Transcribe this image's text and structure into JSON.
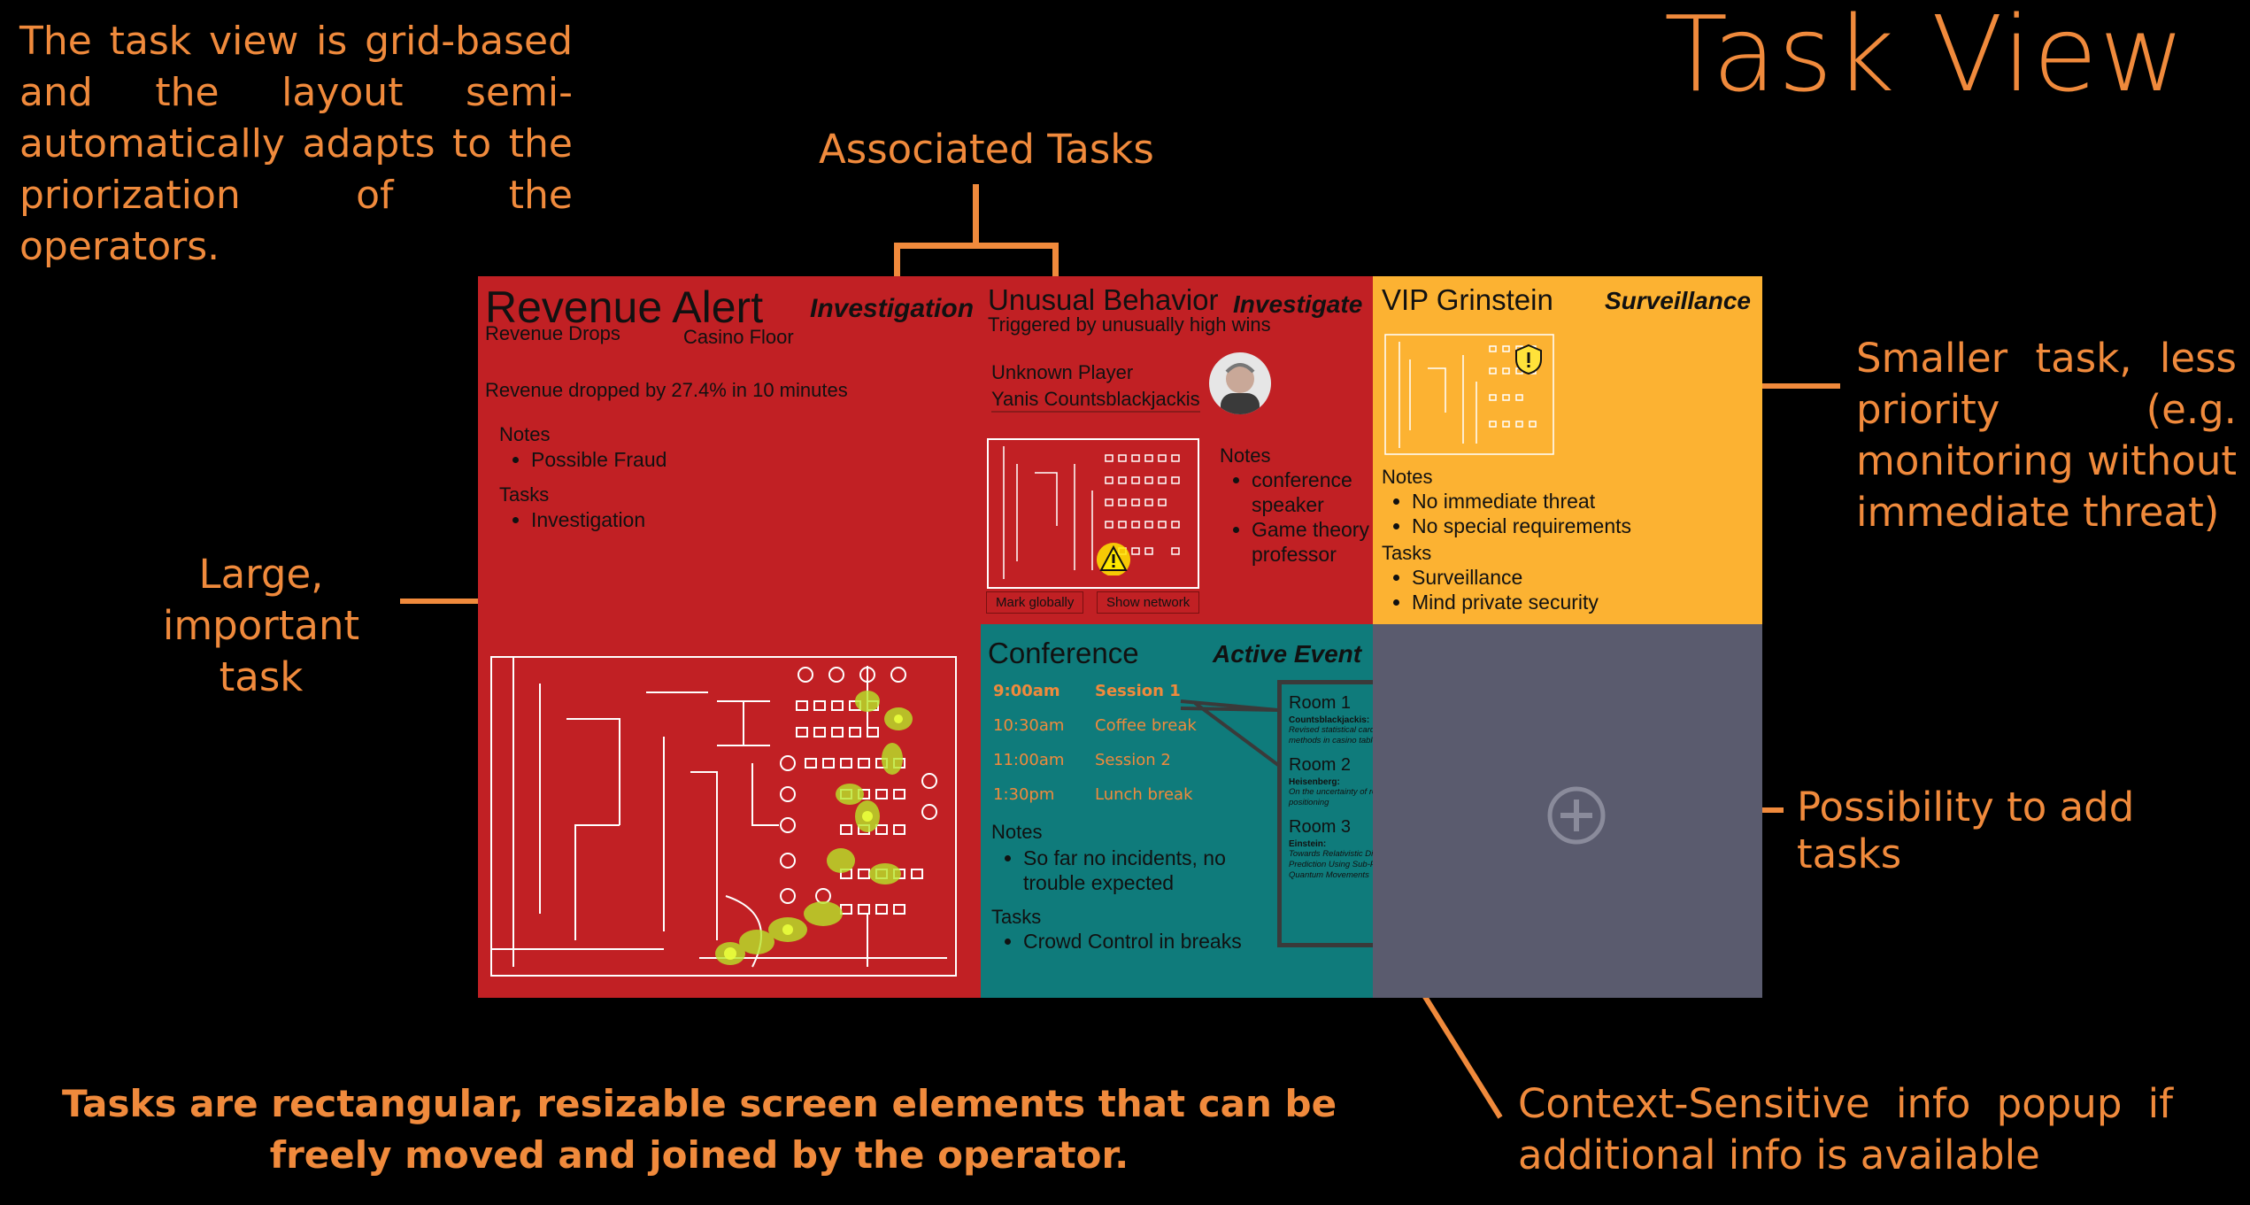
{
  "page_title": "Task View",
  "annotations": {
    "intro": "The task view is grid-based and the layout semi-automatically adapts to the priorization of the operators.",
    "associated_tasks": "Associated Tasks",
    "large_task": "Large, important task",
    "smaller_task": "Smaller task, less priority (e.g. monitoring without immediate threat)",
    "add_tasks": "Possibility to add tasks",
    "context_popup": "Context-Sensitive info popup if additional info is available",
    "footer": "Tasks are rectangular, resizable screen elements that can be freely moved and joined by the operator."
  },
  "tasks": {
    "revenue": {
      "title": "Revenue Alert",
      "category": "Investigation",
      "subtitle": "Revenue Drops",
      "location": "Casino Floor",
      "message": "Revenue dropped by 27.4% in 10 minutes",
      "notes_heading": "Notes",
      "notes": [
        "Possible Fraud"
      ],
      "tasks_heading": "Tasks",
      "tasks": [
        "Investigation"
      ]
    },
    "unusual": {
      "title": "Unusual Behavior",
      "category": "Investigate",
      "subtitle": "Triggered by unusually high wins",
      "player_label": "Unknown Player",
      "player_name": "Yanis Countsblackjackis",
      "notes_heading": "Notes",
      "notes": [
        "conference speaker",
        "Game theory professor"
      ],
      "mark_button": "Mark globally",
      "network_button": "Show network"
    },
    "vip": {
      "title": "VIP Grinstein",
      "category": "Surveillance",
      "notes_heading": "Notes",
      "notes": [
        "No immediate threat",
        "No special requirements"
      ],
      "tasks_heading": "Tasks",
      "tasks": [
        "Surveillance",
        "Mind private security"
      ]
    },
    "conference": {
      "title": "Conference",
      "category": "Active Event",
      "schedule": [
        {
          "time": "9:00am",
          "item": "Session 1"
        },
        {
          "time": "10:30am",
          "item": "Coffee break"
        },
        {
          "time": "11:00am",
          "item": "Session 2"
        },
        {
          "time": "1:30pm",
          "item": "Lunch break"
        }
      ],
      "notes_heading": "Notes",
      "notes": [
        "So far no incidents, no trouble expected"
      ],
      "tasks_heading": "Tasks",
      "tasks": [
        "Crowd Control in breaks"
      ],
      "popup": [
        {
          "room": "Room 1",
          "speaker": "Countsblackjackis:",
          "talk": "Revised statistical card counting methods in casino table games"
        },
        {
          "room": "Room 2",
          "speaker": "Heisenberg:",
          "talk": "On the uncertainty of roulette Pill positioning"
        },
        {
          "room": "Room 3",
          "speaker": "Einstein:",
          "talk": "Towards Relativistic Dice Roll Prediction Using Sub-Planck Length Quantum Movements"
        }
      ]
    }
  },
  "colors": {
    "accent": "#f08a3c",
    "high_priority": "#c12024",
    "low_priority": "#fcb232",
    "event": "#0f7b7b",
    "empty": "#5a5b6e"
  },
  "icons": [
    "plus-circle-icon",
    "warning-icon",
    "avatar-photo",
    "floor-plan-map"
  ]
}
